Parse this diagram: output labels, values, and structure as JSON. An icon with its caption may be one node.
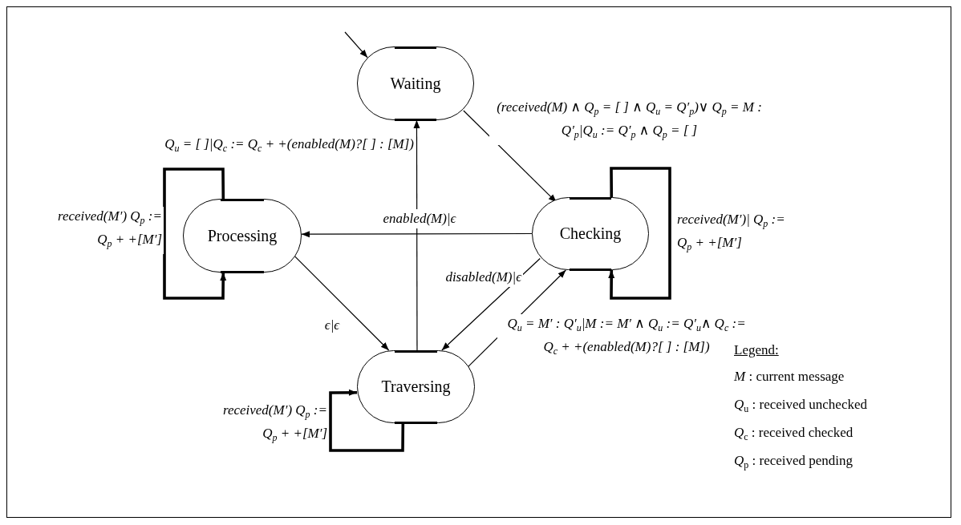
{
  "diagram": {
    "nodes": [
      {
        "text": [
          "Waiting"
        ]
      },
      {
        "text": [
          "Processing"
        ]
      },
      {
        "text": [
          "Checking"
        ]
      },
      {
        "text": [
          "Traversing"
        ]
      }
    ],
    "edges": [
      {
        "from": null,
        "to": 0,
        "arrow": "to"
      },
      {
        "from": 0,
        "to": 2,
        "arrow": "to",
        "label": "(received(M) ∧ Q$_{p}$ = [ ] ∧ Q$_{u}$ = Q′$_{p}$)∨ Q$_{p}$ = M : Q′$_{p}$|Q$_{u}$ := Q′$_{p}$ ∧ Q$_{p}$ = [ ]"
      },
      {
        "from": 2,
        "to": 1,
        "arrow": "to",
        "label": "enabled(M)|ϵ"
      },
      {
        "from": 1,
        "to": 3,
        "arrow": "to",
        "label": "ϵ|ϵ"
      },
      {
        "from": 2,
        "to": 3,
        "arrow": "to",
        "label": "disabled(M)|ϵ"
      },
      {
        "from": 3,
        "to": 2,
        "arrow": "to",
        "label": "Q$_{u}$ = M′ : Q′$_{u}$|M := M′ ∧ Q$_{u}$ := Q′$_{u}$∧ Q$_{c}$ := Q$_{c}$ + +(enabled(M)?[ ] : [M])"
      },
      {
        "from": 3,
        "to": 0,
        "arrow": "to",
        "label": "Q$_{u}$ = [ ]|Q$_{c}$ := Q$_{c}$ + +(enabled(M)?[ ] : [M])"
      },
      {
        "from": 1,
        "to": 1,
        "arrow": "to",
        "style": "thick",
        "label": "received(M′) Q$_{p}$ := Q$_{p}$ + +[M′]"
      },
      {
        "from": 2,
        "to": 2,
        "arrow": "to",
        "style": "thick",
        "label": "received(M′)| Q$_{p}$ := Q$_{p}$ + +[M′]"
      },
      {
        "from": 3,
        "to": 3,
        "arrow": "to",
        "style": "thick",
        "label": "received(M′) Q$_{p}$ := Q$_{p}$ + +[M′]"
      }
    ],
    "labels": [
      "Legend:",
      "*M* : current message",
      "*Q*$_{u}$ : received unchecked",
      "*Q*$_{c}$ : received checked",
      "*Q*$_{p}$ : received pending"
    ]
  }
}
